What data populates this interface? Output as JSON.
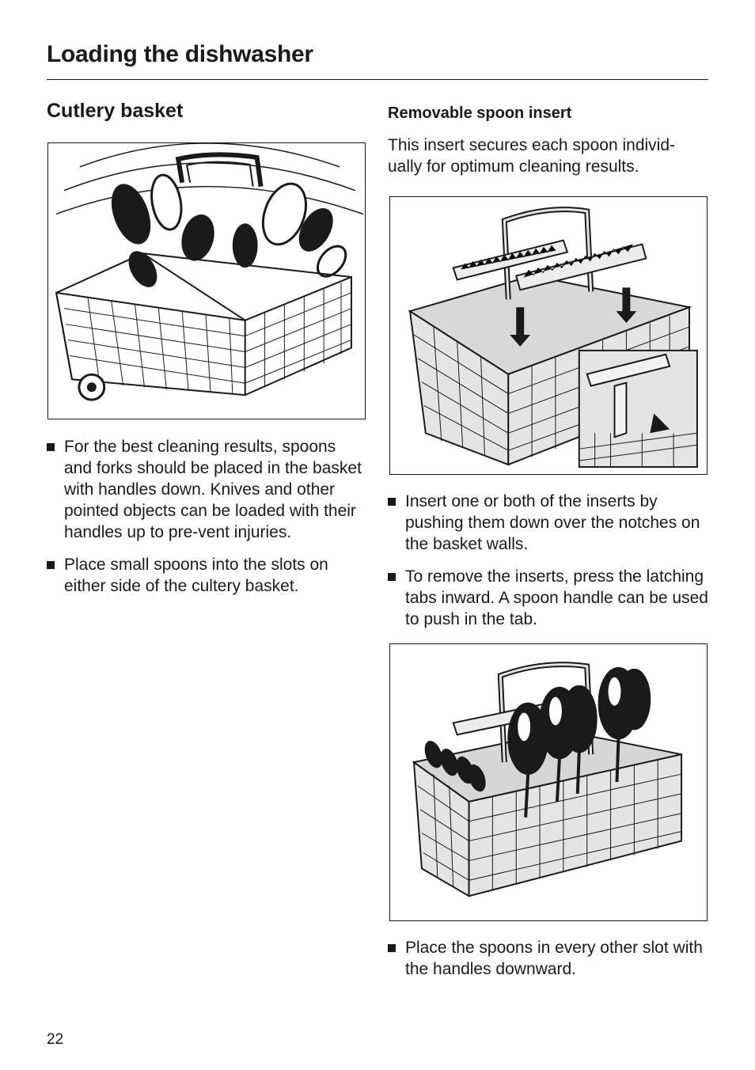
{
  "page": {
    "title": "Loading the dishwasher",
    "page_number": "22"
  },
  "left_column": {
    "heading": "Cutlery basket",
    "bullets": [
      "For the best cleaning results, spoons and forks should be placed in the basket with handles down. Knives and other pointed objects can be loaded with their handles up to pre-vent injuries.",
      "Place small spoons into the slots on either side of the cultery basket."
    ]
  },
  "right_column": {
    "subheading": "Removable spoon insert",
    "intro": "This insert secures each spoon individ-ually for optimum cleaning results.",
    "bullets_a": [
      "Insert one or both of the inserts by pushing them down over the notches on the basket walls.",
      "To remove the inserts, press  the latching tabs inward. A spoon handle can be used to push in the tab."
    ],
    "bullets_b": [
      "Place the spoons in every other slot with the handles downward."
    ]
  },
  "colors": {
    "text": "#1a1a1a",
    "figure_fill": "#e4e4e4",
    "background": "#ffffff"
  }
}
